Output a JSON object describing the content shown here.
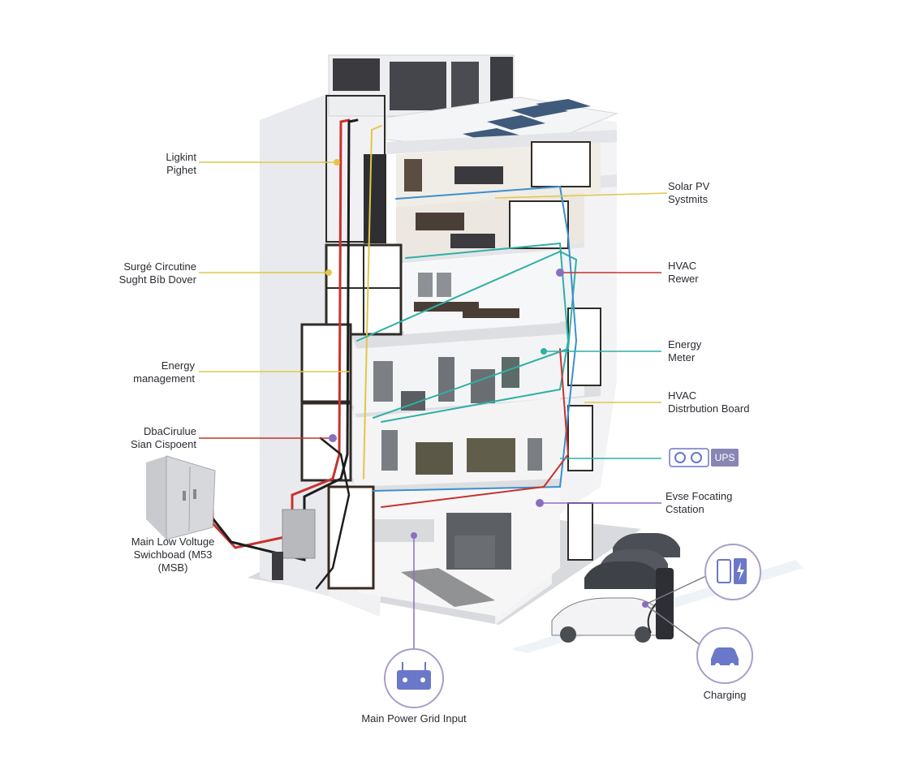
{
  "labels": {
    "lighting_l1": "Ligkint",
    "lighting_l2": "Pighet",
    "surge_l1": "Surgé Circutine",
    "surge_l2": "Sught Bíb Dover",
    "energy_mgmt_l1": "Energy",
    "energy_mgmt_l2": "management",
    "data_l1": "DbaCirulue",
    "data_l2": "Sian Cispoent",
    "msb_l1": "Main Low Voltuge",
    "msb_l2": "Swichboad (M53",
    "msb_l3": "(MSB)",
    "solar_l1": "Solar PV",
    "solar_l2": "Systmits",
    "hvac_power_l1": "HVAC",
    "hvac_power_l2": "Rewer",
    "meter_l1": "Energy",
    "meter_l2": "Meter",
    "hvac_board_l1": "HVAC",
    "hvac_board_l2": "Distrbution Board",
    "ups": "UPS",
    "ev_l1": "Evse Focating",
    "ev_l2": "Cstation",
    "charging": "Charging",
    "grid": "Main Power Grid Input"
  },
  "colors": {
    "wire_red": "#c8322d",
    "wire_black": "#1d1d1f",
    "wire_yellow": "#e1c64a",
    "wire_teal": "#2fb0a4",
    "wire_blue": "#3c8fd0",
    "accent_purple": "#8a6fc0",
    "icon_blue": "#6b77c8"
  }
}
